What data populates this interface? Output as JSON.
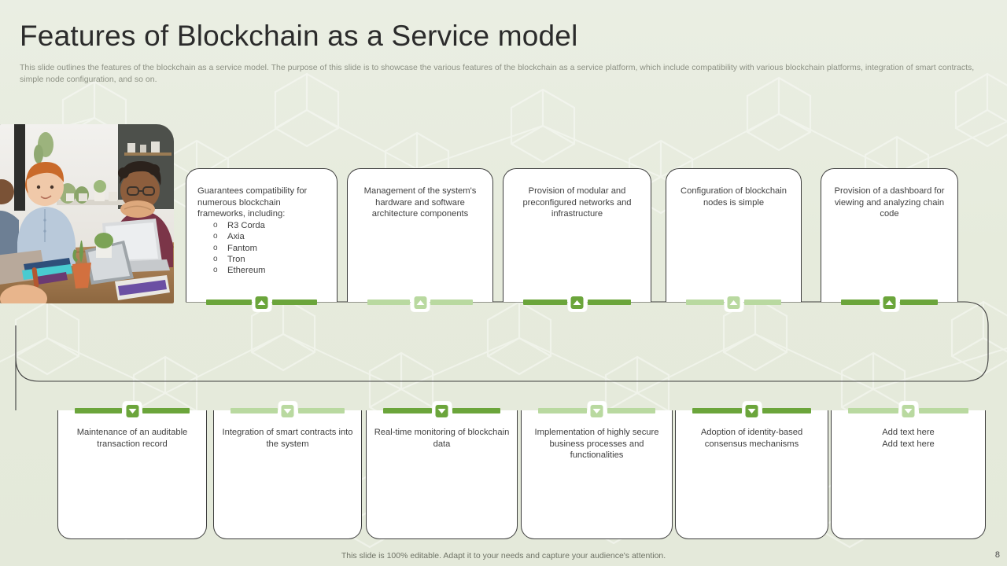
{
  "header": {
    "title": "Features of Blockchain as a Service model",
    "subtitle": "This slide outlines the features of the blockchain as a service model. The purpose of this slide is to showcase the various features of the blockchain as a service platform, which include compatibility with various blockchain platforms, integration of smart contracts, simple node configuration, and so on."
  },
  "hero": {
    "alt": "team-collaboration-photo"
  },
  "colors": {
    "accent_dark": "#6ba53b",
    "accent_light": "#b9d9a0",
    "background": "#e7ecdf",
    "card_background": "#ffffff",
    "card_border": "#3d3d3d",
    "title_text": "#2b2b2b",
    "body_text": "#3f3f3f",
    "subtitle_text": "#8d9184"
  },
  "top_row": [
    {
      "text": "Guarantees compatibility for numerous blockchain frameworks, including:",
      "bullets": [
        "R3 Corda",
        "Axia",
        "Fantom",
        "Tron",
        "Ethereum"
      ],
      "bar_tone": "dark",
      "badge_icon": "triangle-up-icon"
    },
    {
      "text": "Management of the system's hardware and software architecture components",
      "bullets": [],
      "bar_tone": "light",
      "badge_icon": "triangle-up-icon"
    },
    {
      "text": "Provision of modular and preconfigured networks and infrastructure",
      "bullets": [],
      "bar_tone": "dark",
      "badge_icon": "triangle-up-icon"
    },
    {
      "text": "Configuration of blockchain nodes is simple",
      "bullets": [],
      "bar_tone": "light",
      "badge_icon": "triangle-up-icon"
    },
    {
      "text": "Provision of a dashboard for viewing and analyzing chain code",
      "bullets": [],
      "bar_tone": "dark",
      "badge_icon": "triangle-up-icon"
    }
  ],
  "bottom_row": [
    {
      "text": "Maintenance of an auditable transaction record",
      "bar_tone": "dark",
      "badge_icon": "triangle-down-icon"
    },
    {
      "text": "Integration of smart contracts into the system",
      "bar_tone": "light",
      "badge_icon": "triangle-down-icon"
    },
    {
      "text": "Real-time monitoring of blockchain data",
      "bar_tone": "dark",
      "badge_icon": "triangle-down-icon"
    },
    {
      "text": "Implementation of highly secure business processes and functionalities",
      "bar_tone": "light",
      "badge_icon": "triangle-down-icon"
    },
    {
      "text": "Adoption of identity-based consensus mechanisms",
      "bar_tone": "dark",
      "badge_icon": "triangle-down-icon"
    },
    {
      "text": "Add text here\nAdd text here",
      "bar_tone": "light",
      "badge_icon": "triangle-down-icon"
    }
  ],
  "footer": {
    "note": "This slide is 100% editable. Adapt it to your needs and capture your audience's attention.",
    "page_number": "8"
  }
}
